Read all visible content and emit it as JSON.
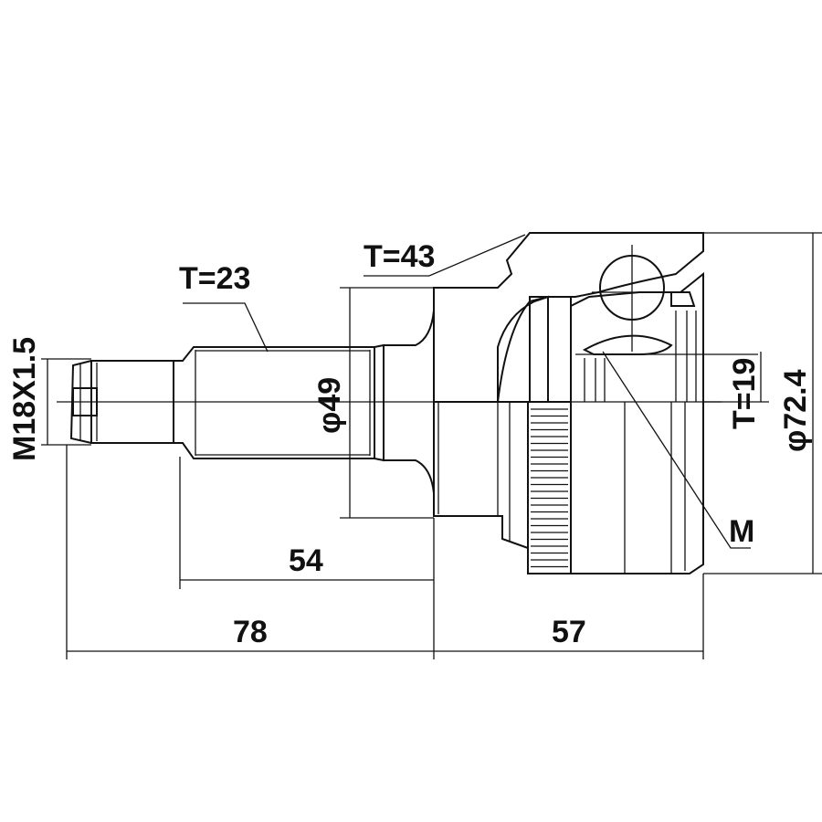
{
  "drawing": {
    "labels": {
      "shaft_spline": "T=23",
      "outer_spline": "T=43",
      "abs_ring": "T=19",
      "thread": "M18X1.5",
      "seal_diameter": "φ49",
      "outer_diameter": "φ72.4",
      "marker": "M"
    },
    "dimensions": {
      "shaft_length": "54",
      "total_stub_length": "78",
      "bell_length": "57"
    },
    "line_color": "#111111"
  }
}
